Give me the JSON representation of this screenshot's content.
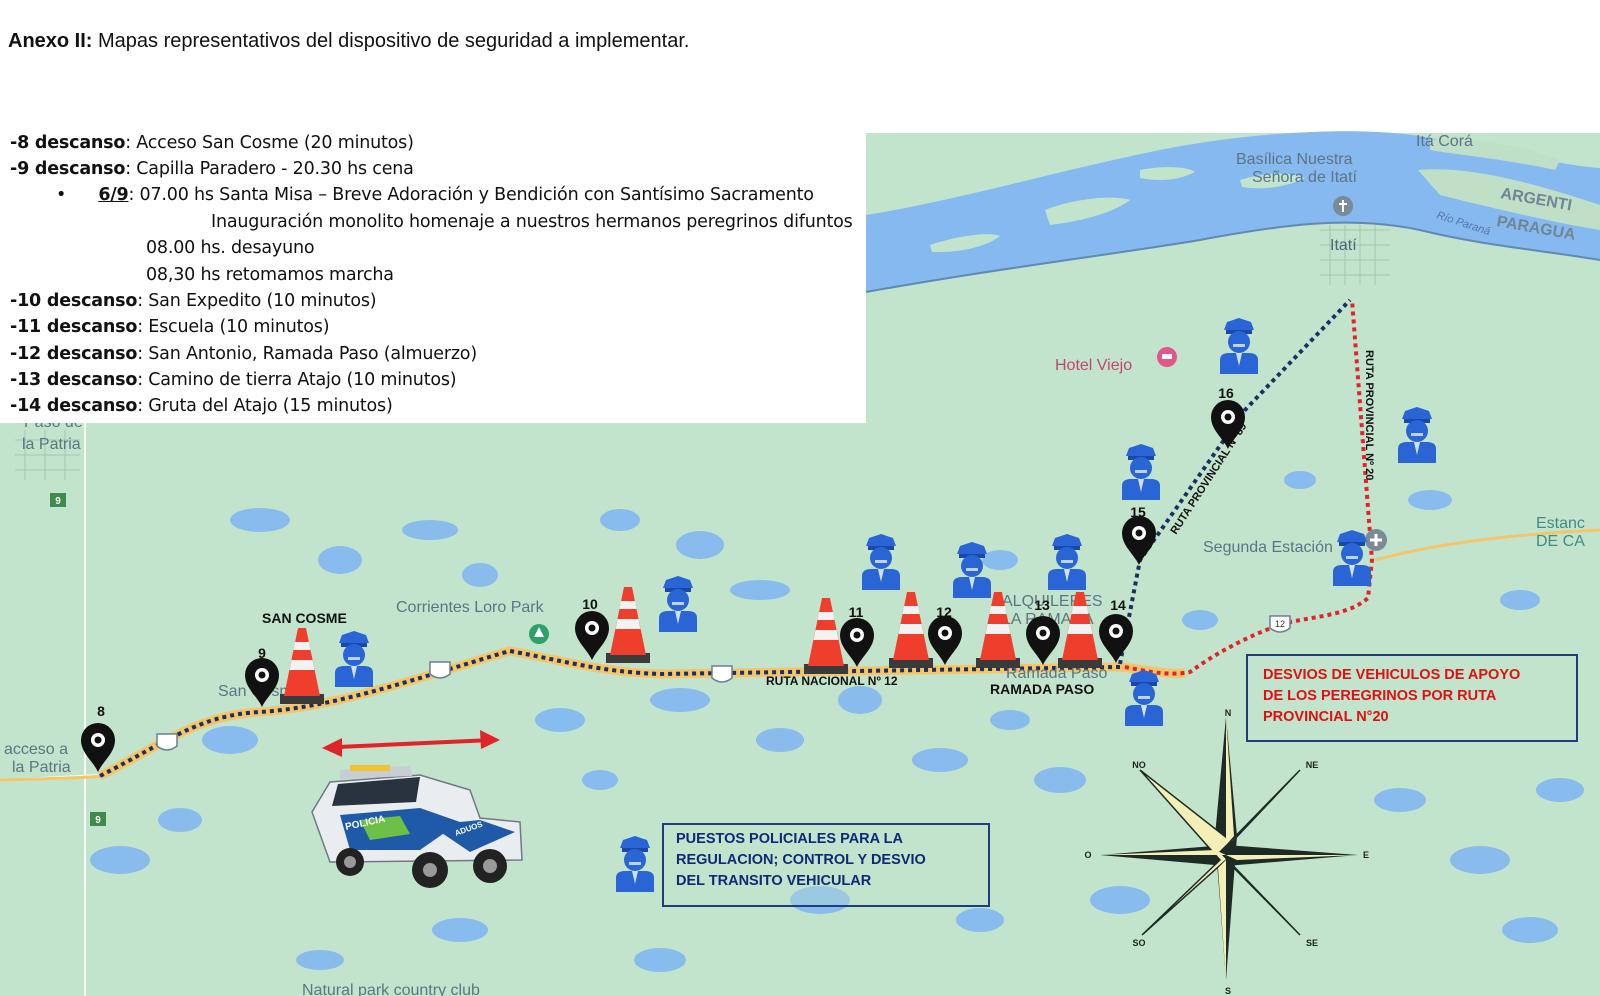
{
  "header": {
    "prefix": "Anexo II:",
    "text": "Mapas representativos del dispositivo de seguridad a implementar."
  },
  "schedule": [
    {
      "bold": "-8 descanso",
      "text": ": Acceso San Cosme (20 minutos)"
    },
    {
      "bold": "-9 descanso",
      "text": ": Capilla Paradero - 20.30 hs cena"
    },
    {
      "bold": "6/9",
      "text": ": 07.00 hs Santa Misa – Breve Adoración y Bendición con Santísimo Sacramento",
      "bullet": "•"
    },
    {
      "bold": "",
      "text": "Inauguración monolito homenaje a nuestros hermanos peregrinos difuntos"
    },
    {
      "bold": "",
      "text": "08.00 hs. desayuno"
    },
    {
      "bold": "",
      "text": "08,30 hs retomamos marcha"
    },
    {
      "bold": "-10 descanso",
      "text": ": San Expedito (10 minutos)"
    },
    {
      "bold": "-11 descanso",
      "text": ": Escuela (10 minutos)"
    },
    {
      "bold": "-12 descanso",
      "text": ": San Antonio, Ramada Paso (almuerzo)"
    },
    {
      "bold": "-13 descanso",
      "text": ": Camino de tierra Atajo (10 minutos)"
    },
    {
      "bold": "-14 descanso",
      "text": ": Gruta del Atajo (15 minutos)"
    }
  ],
  "map": {
    "place_labels": {
      "basilica_1": "Basílica Nuestra",
      "basilica_2": "Señora de Itatí",
      "ita_cora": "Itá Corá",
      "itati": "Itatí",
      "argentina": "ARGENTI",
      "paraguay": "PARAGUA",
      "rio_parana": "Río Paraná",
      "hotel_viejo": "Hotel Viejo",
      "paso_de_la_patria_top": "Paso de",
      "paso_de_la_patria_bottom": "la Patria",
      "segunda_estacion": "Segunda Estación",
      "estancia_1": "Estanc",
      "estancia_2": "DE CA",
      "corrientes_loro_park": "Corrientes Loro Park",
      "san_cosme_small": "San Cosme",
      "acceso_1": "acceso a",
      "acceso_2": "la Patria",
      "alquileres_1": "ALQUILERES",
      "alquileres_2": "LA RAMADA",
      "ramada_paso_small": "Ramada Paso",
      "natural_park": "Natural park country club"
    },
    "overlay_labels": {
      "san_cosme": "SAN COSME",
      "ruta_nacional": "RUTA NACIONAL Nº 12",
      "ramada_paso": "RAMADA PASO",
      "ruta_provincial_89": "RUTA PROVINCIAL Nº 89",
      "ruta_provincial_20": "RUTA PROVINCIAL Nº 20"
    },
    "road_shields": {
      "route_9": "9",
      "route_12": "12"
    },
    "stops": [
      "8",
      "9",
      "10",
      "11",
      "12",
      "13",
      "14",
      "15",
      "16"
    ],
    "compass": {
      "n": "N",
      "s": "S",
      "e": "E",
      "o": "O",
      "ne": "NE",
      "no": "NO",
      "se": "SE",
      "so": "SO"
    },
    "vehicle": {
      "text_1": "POLICIA",
      "text_2": "ADUOS"
    },
    "legend_police": "PUESTOS POLICIALES PARA LA\nREGULACION; CONTROL Y DESVIO\nDEL TRANSITO VEHICULAR",
    "legend_detour": "DESVIOS DE VEHICULOS DE APOYO\nDE LOS PEREGRINOS POR RUTA\nPROVINCIAL N°20",
    "colors": {
      "land": "#c3e4cc",
      "water": "#86b9ef",
      "route_dots": "#1d2e62",
      "route_yellow": "#f4c56a",
      "detour_red": "#e0242a",
      "police_blue": "#2a65d6",
      "cone_orange": "#ef3f2c",
      "pin_black": "#111111"
    }
  }
}
